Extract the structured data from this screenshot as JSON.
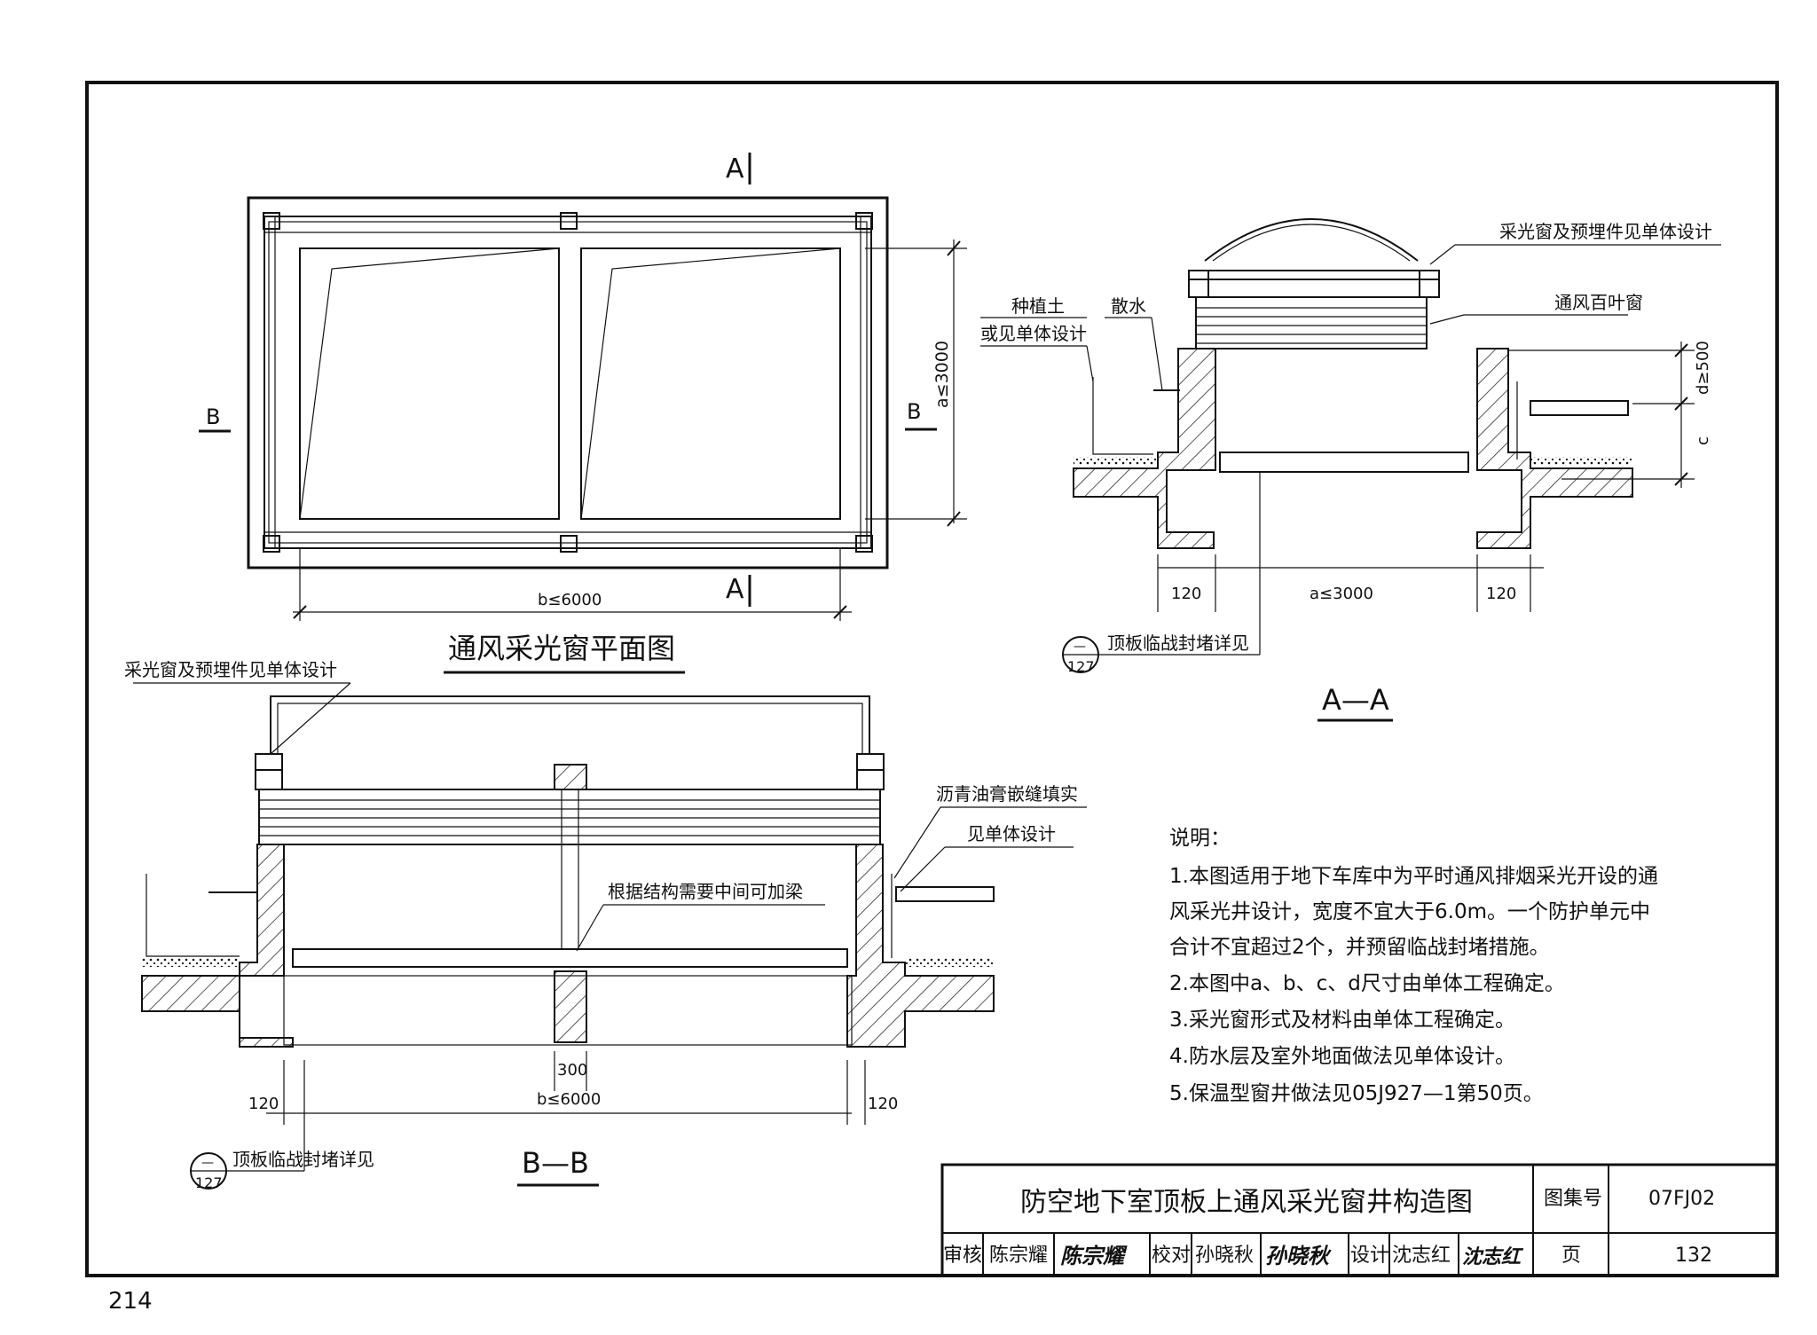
{
  "plan": {
    "title": "通风采光窗平面图",
    "cut_a_top": "A",
    "cut_a_bottom": "A",
    "cut_b_left": "B",
    "cut_b_right": "B",
    "dim_a": "a≤3000",
    "dim_b": "b≤6000"
  },
  "section_aa": {
    "title": "A—A",
    "label_skylight": "采光窗及预埋件见单体设计",
    "label_louver": "通风百叶窗",
    "label_soil_1": "种植土",
    "label_soil_2": "或见单体设计",
    "label_drain": "散水",
    "dim_d": "d≥500",
    "dim_c": "c",
    "dim_left": "120",
    "dim_a": "a≤3000",
    "dim_right": "120",
    "ref_label": "顶板临战封堵详见",
    "ref_top": "—",
    "ref_bottom": "127"
  },
  "section_bb": {
    "title": "B—B",
    "label_skylight": "采光窗及预埋件见单体设计",
    "label_asphalt": "沥青油膏嵌缝填实",
    "label_see": "见单体设计",
    "label_beam": "根据结构需要中间可加梁",
    "dim_300": "300",
    "dim_left": "120",
    "dim_b": "b≤6000",
    "dim_right": "120",
    "ref_label": "顶板临战封堵详见",
    "ref_top": "—",
    "ref_bottom": "127"
  },
  "notes": {
    "heading": "说明：",
    "lines": [
      "1.本图适用于地下车库中为平时通风排烟采光开设的通",
      "风采光井设计，宽度不宜大于6.0m。一个防护单元中",
      "合计不宜超过2个，并预留临战封堵措施。",
      "2.本图中a、b、c、d尺寸由单体工程确定。",
      "3.采光窗形式及材料由单体工程确定。",
      "4.防水层及室外地面做法见单体设计。",
      "5.保温型窗井做法见05J927—1第50页。"
    ]
  },
  "title_block": {
    "title": "防空地下室顶板上通风采光窗井构造图",
    "atlas_label": "图集号",
    "atlas_no": "07FJ02",
    "review_label": "审核",
    "reviewer": "陈宗耀",
    "reviewer_sig": "陈宗耀",
    "check_label": "校对",
    "checker": "孙晓秋",
    "checker_sig": "孙晓秋",
    "design_label": "设计",
    "designer": "沈志红",
    "designer_sig": "沈志红",
    "page_label": "页",
    "page_no": "132"
  },
  "page_number": "214"
}
